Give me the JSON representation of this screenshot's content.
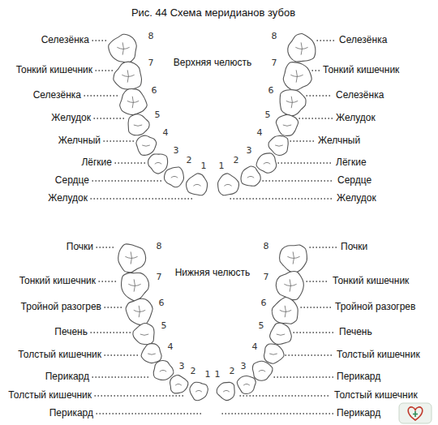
{
  "diagram": {
    "title": "Рис. 44 Схема меридианов зубов",
    "labels": [
      "Верхняя челюсть",
      "Нижняя челюсть",
      "Селезёнка",
      "Тонкий кишечник",
      "Селезёнка",
      "Желудок",
      "Желчный",
      "Лёгкие",
      "Сердце",
      "Желудок",
      "Селезёнка",
      "Тонкий кишечник",
      "Селезёнка",
      "Желудок",
      "Желчный",
      "Лёгкие",
      "Сердце",
      "Желудок",
      "Почки",
      "Тонкий кишечник",
      "Тройной разогрев",
      "Печень",
      "Толстый кишечник",
      "Перикард",
      "Толстый кишечник",
      "Перикард",
      "Почки",
      "Тонкий кишечник",
      "Тройной разогрев",
      "Печень",
      "Толстый кишечник",
      "Перикард",
      "Толстый кишечник",
      "Перикард",
      "8",
      "7",
      "6",
      "5",
      "4",
      "3",
      "2",
      "1",
      "8",
      "7",
      "6",
      "5",
      "4",
      "3",
      "2",
      "1",
      "8",
      "7",
      "6",
      "5",
      "4",
      "3",
      "2",
      "1",
      "8",
      "7",
      "6",
      "5",
      "4",
      "3",
      "2",
      "1"
    ]
  }
}
